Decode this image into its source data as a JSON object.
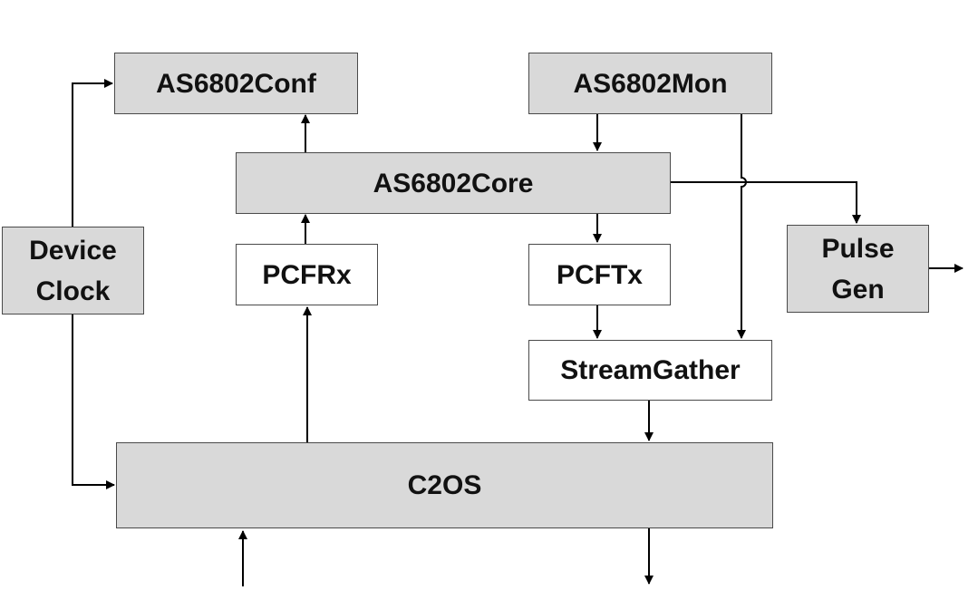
{
  "colors": {
    "block_fill": "#d9d9d9",
    "plain_fill": "#ffffff",
    "line": "#000000",
    "border": "#4a4a4a"
  },
  "blocks": {
    "as6802conf": "AS6802Conf",
    "as6802mon": "AS6802Mon",
    "as6802core": "AS6802Core",
    "device_clock": "Device\nClock",
    "pcfrx": "PCFRx",
    "pcftx": "PCFTx",
    "pulse_gen": "Pulse\nGen",
    "streamgather": "StreamGather",
    "c2os": "C2OS"
  }
}
